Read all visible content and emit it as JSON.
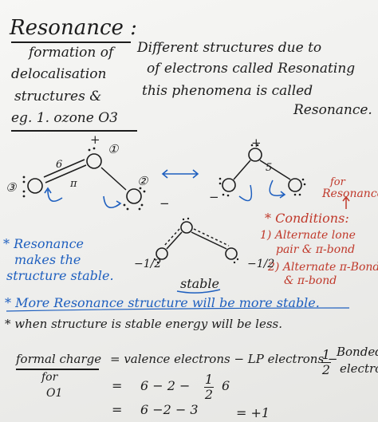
{
  "title": "Resonance :",
  "definition": {
    "line1a": "formation of",
    "line1b": "Different structures due to",
    "line2a": "delocalisation",
    "line2b": "of electrons called Resonating",
    "line3a": "structures &",
    "line3b": "this phenomena is called",
    "line4": "Resonance."
  },
  "example": {
    "label": "eg. 1. ozone O3",
    "plus": "+",
    "minus": "−",
    "num1": "①",
    "num2": "②",
    "num3": "③",
    "bond_6": "6",
    "bond_pi": "π",
    "bond_5": "5"
  },
  "conditions": {
    "for_label": "for",
    "resonance_label": "Resonance",
    "heading": "* Conditions:",
    "c1a": "1) Alternate lone",
    "c1b": "pair & π-bond",
    "c2a": "2) Alternate π-Bond",
    "c2b": "& π-bond"
  },
  "note_blue": {
    "line1": "* Resonance",
    "line2": "makes the",
    "line3": "structure stable."
  },
  "hybrid": {
    "left_charge": "−1/2",
    "right_charge": "−1/2",
    "stable_label": "stable"
  },
  "statements": {
    "more": "* More Resonance structure will be more stable.",
    "less": "* when structure is stable energy will be less."
  },
  "formal_charge": {
    "label": "formal charge",
    "for": "for",
    "atom": "O1",
    "eq1": "= valence electrons − LP electrons −",
    "frac1_num": "1",
    "frac1_den": "2",
    "tail1": "Bonded",
    "tail2": "electrons",
    "eq2_lhs": "=",
    "eq2": "6  −  2  −",
    "frac2_num": "1",
    "frac2_den": "2",
    "eq2_end": "6",
    "eq3_lhs": "=",
    "eq3": "6   −2  − 3",
    "eq3_result": "= +1"
  }
}
